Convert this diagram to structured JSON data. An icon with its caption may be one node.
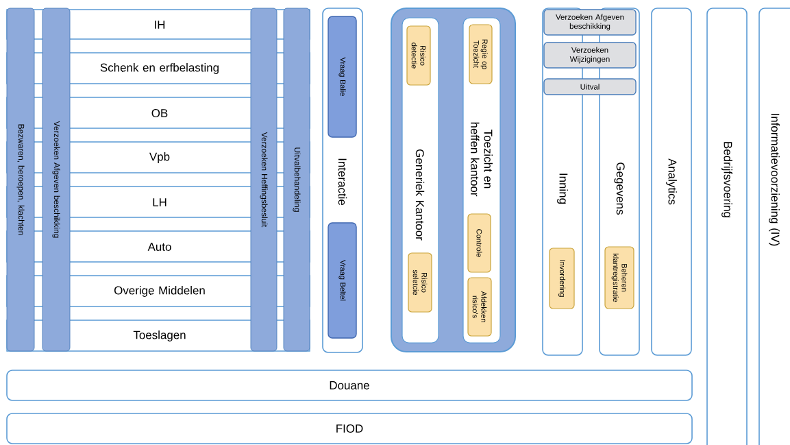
{
  "diagram": {
    "nodes": [
      {
        "text": [
          "Bezwaren, beroepen, klachten"
        ]
      },
      {
        "text": [
          "Verzoeken Afgeven beschikking"
        ]
      },
      {
        "text": [
          "IH"
        ]
      },
      {
        "text": [
          "Schenk en erfbelasting"
        ]
      },
      {
        "text": [
          "OB"
        ]
      },
      {
        "text": [
          "Vpb"
        ]
      },
      {
        "text": [
          "LH"
        ]
      },
      {
        "text": [
          "Auto"
        ]
      },
      {
        "text": [
          "Overige Middelen"
        ]
      },
      {
        "text": [
          "Toeslagen"
        ]
      },
      {
        "text": [
          "Verzoeken Heffingsbesluit"
        ]
      },
      {
        "text": [
          "Uitvalbehandeling"
        ]
      },
      {
        "text": [
          "Interactie"
        ]
      },
      {
        "text": [
          "Vraag Balie"
        ],
        "in": 12
      },
      {
        "text": [
          "Vraag Beltel"
        ],
        "in": 12
      },
      {
        "text": [],
        "shape": "box"
      },
      {
        "text": [
          "Generiek Kantoor"
        ],
        "in": 15
      },
      {
        "text": [
          "Risico detectie"
        ],
        "in": 16
      },
      {
        "text": [
          "Risico seletcie"
        ],
        "in": 16
      },
      {
        "text": [
          "Toezicht en heffen kantoor"
        ],
        "in": 15
      },
      {
        "text": [
          "Regie op Toezicht"
        ],
        "in": 19
      },
      {
        "text": [
          "Controle"
        ],
        "in": 19
      },
      {
        "text": [
          "Afdekken risico's"
        ],
        "in": 19
      },
      {
        "text": [
          "Inning"
        ]
      },
      {
        "text": [
          "Gegevens"
        ]
      },
      {
        "text": [
          "Verzoeken Afgeven beschikking"
        ]
      },
      {
        "text": [
          "Verzoeken Wijzigingen"
        ]
      },
      {
        "text": [
          "Uitval"
        ]
      },
      {
        "text": [
          "Invordering"
        ],
        "in": 23
      },
      {
        "text": [
          "Beheren klantregistratie"
        ],
        "in": 24
      },
      {
        "text": [
          "Analytics"
        ]
      },
      {
        "text": [
          "Bedrijfsvoering"
        ]
      },
      {
        "text": [
          "Informatievoorziening (IV)"
        ]
      },
      {
        "text": [
          "Douane"
        ]
      },
      {
        "text": [
          "FIOD"
        ]
      }
    ]
  }
}
